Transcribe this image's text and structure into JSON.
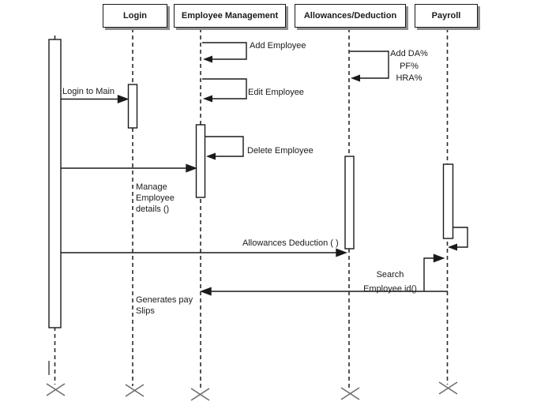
{
  "diagram_type": "uml-sequence-diagram",
  "actors": [
    {
      "id": "login",
      "label": "Login"
    },
    {
      "id": "employee-management",
      "label": "Employee Management"
    },
    {
      "id": "allowances-deduction",
      "label": "Allowances/Deduction"
    },
    {
      "id": "payroll",
      "label": "Payroll"
    }
  ],
  "messages": {
    "login_to_main": "Login to Main",
    "add_employee": "Add Employee",
    "edit_employee": "Edit Employee",
    "delete_employee": "Delete Employee",
    "add_da": {
      "line1": "Add DA%",
      "line2": "PF%",
      "line3": "HRA%"
    },
    "manage": {
      "line1": "Manage",
      "line2": "Employee",
      "line3": "details ()"
    },
    "allowances_deduction_call": "Allowances Deduction ( )",
    "search": {
      "line1": "Search",
      "line2": "Employee id()"
    },
    "generates": {
      "line1": "Generates pay",
      "line2": "Slips"
    }
  },
  "colors": {
    "line": "#1a1a1a",
    "destroy_mark": "#6e6e6e",
    "background": "#ffffff"
  }
}
